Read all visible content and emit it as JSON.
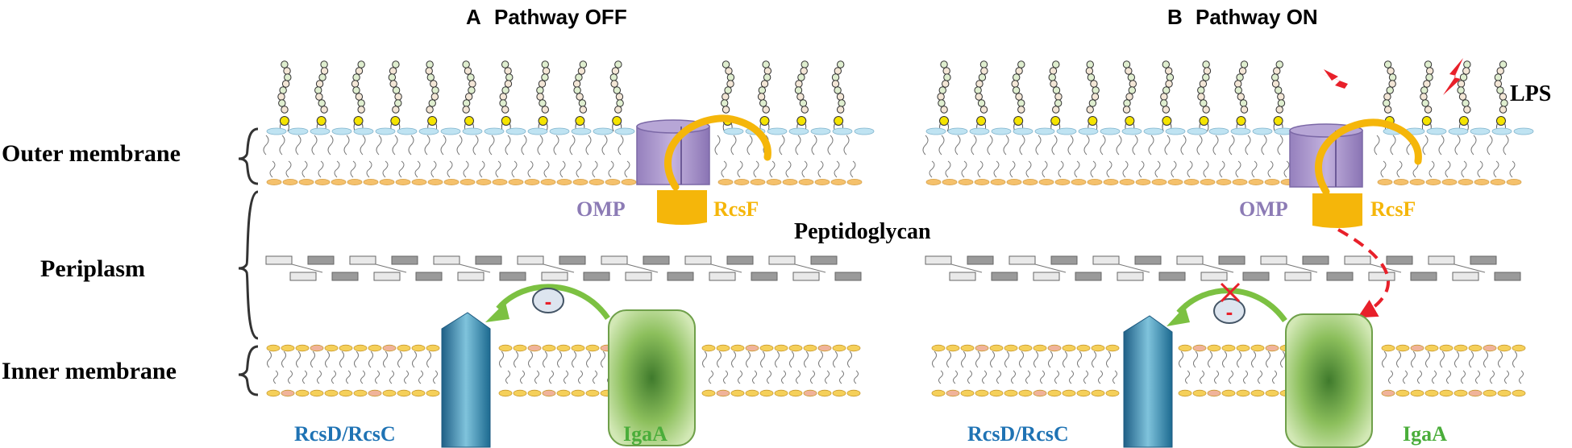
{
  "panels": [
    {
      "letter": "A",
      "title": "Pathway OFF",
      "state": "off"
    },
    {
      "letter": "B",
      "title": "Pathway ON",
      "state": "on"
    }
  ],
  "side_labels": {
    "outer": "Outer membrane",
    "periplasm": "Periplasm",
    "inner": "Inner membrane"
  },
  "labels": {
    "lps": "LPS",
    "peptidoglycan": "Peptidoglycan",
    "omp": "OMP",
    "rcsf": "RcsF",
    "rcsd_rcsc": "RcsD/RcsC",
    "igaa": "IgaA",
    "inhibit_sign": "-"
  },
  "colors": {
    "omp": "#a995c9",
    "rcsf": "#f5b60a",
    "rcsd_blue": "#1f73b4",
    "igaa_green": "#4aad3a",
    "inhibit_arrow": "#7cc142",
    "signal_red": "#e8202a",
    "lps_head": "#f5e400",
    "lipid_head_blue": "#bfe3f2",
    "lipid_head_orange": "#f5c16c"
  }
}
